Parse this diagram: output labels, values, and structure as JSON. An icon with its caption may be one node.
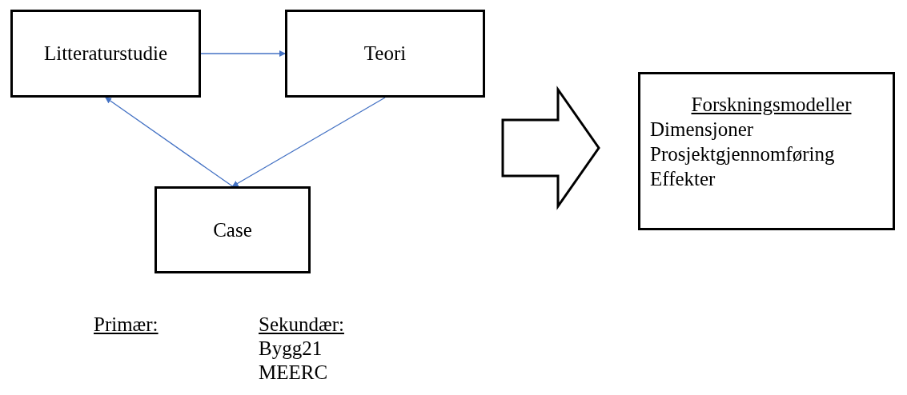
{
  "diagram": {
    "nodes": [
      {
        "text": [
          "Litteraturstudie"
        ]
      },
      {
        "text": [
          "Teori"
        ]
      },
      {
        "text": [
          "Case"
        ]
      },
      {
        "text": [
          "Forskningsmodeller",
          "Dimensjoner",
          "Prosjektgjennomføring",
          "Effekter"
        ]
      }
    ],
    "edges": [
      {
        "from": 0,
        "to": 1,
        "arrow": "to"
      },
      {
        "from": 1,
        "to": 2,
        "arrow": "to"
      },
      {
        "from": 2,
        "to": 0,
        "arrow": "to"
      }
    ],
    "labels": [
      "Primær:",
      "Sekundær:",
      "Bygg21",
      "MEERC"
    ]
  }
}
